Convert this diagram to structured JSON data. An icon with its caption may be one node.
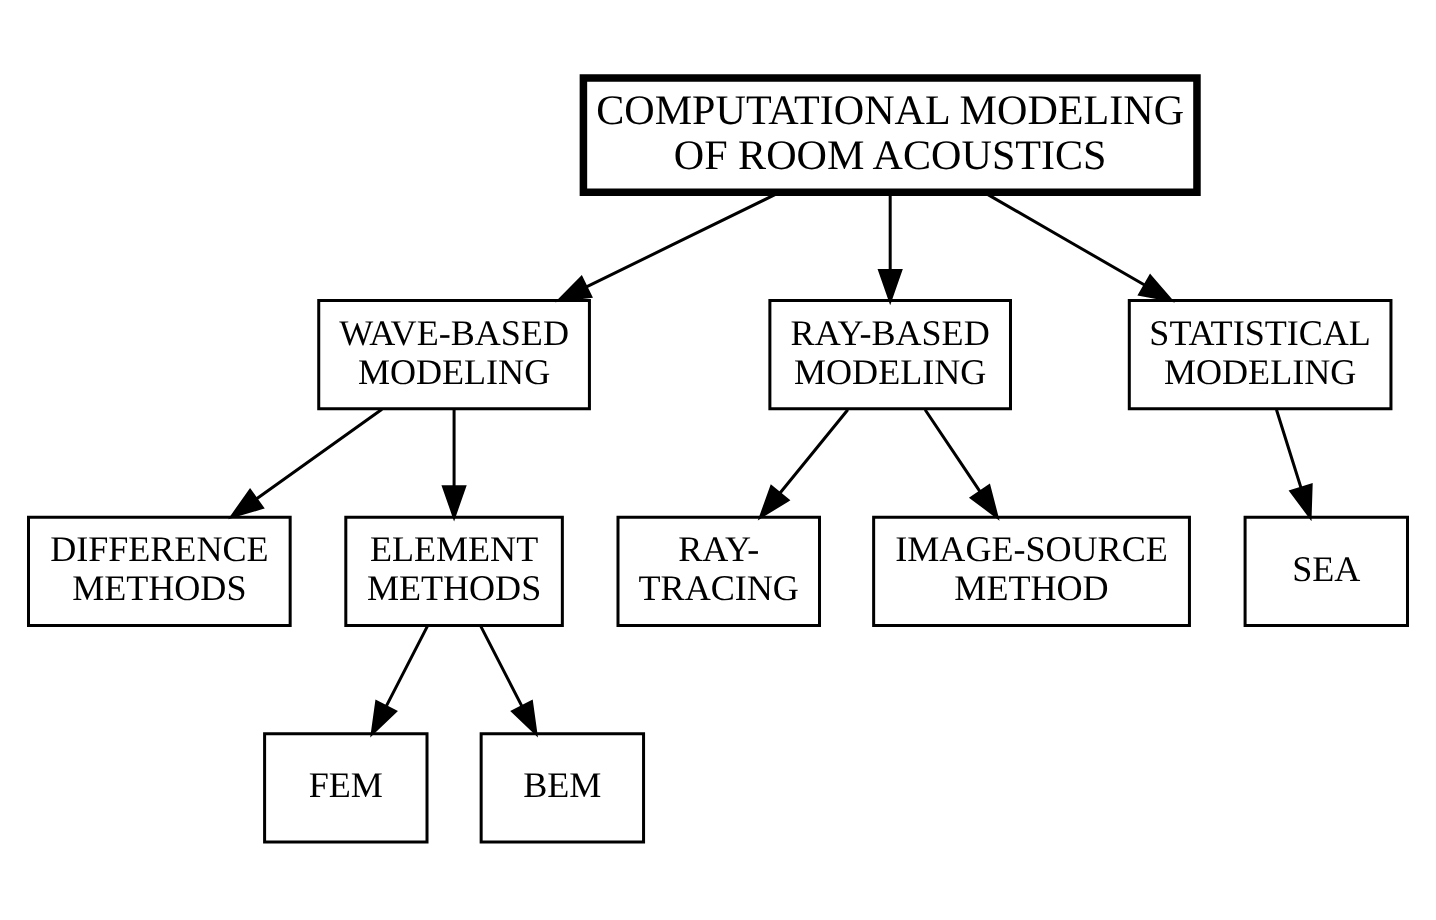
{
  "diagram": {
    "nodes": [
      {
        "text": [
          "COMPUTATIONAL MODELING OF ROOM ACOUSTICS"
        ]
      },
      {
        "text": [
          "WAVE-BASED MODELING"
        ]
      },
      {
        "text": [
          "RAY-BASED MODELING"
        ]
      },
      {
        "text": [
          "STATISTICAL MODELING"
        ]
      },
      {
        "text": [
          "DIFFERENCE METHODS"
        ]
      },
      {
        "text": [
          "ELEMENT METHODS"
        ]
      },
      {
        "text": [
          "RAY- TRACING"
        ]
      },
      {
        "text": [
          "IMAGE-SOURCE METHOD"
        ]
      },
      {
        "text": [
          "SEA"
        ]
      },
      {
        "text": [
          "FEM"
        ]
      },
      {
        "text": [
          "BEM"
        ]
      }
    ],
    "edges": [
      {
        "from": 0,
        "to": 1,
        "arrow": "to"
      },
      {
        "from": 0,
        "to": 2,
        "arrow": "to"
      },
      {
        "from": 0,
        "to": 3,
        "arrow": "to"
      },
      {
        "from": 1,
        "to": 4,
        "arrow": "to"
      },
      {
        "from": 1,
        "to": 5,
        "arrow": "to"
      },
      {
        "from": 2,
        "to": 6,
        "arrow": "to"
      },
      {
        "from": 2,
        "to": 7,
        "arrow": "to"
      },
      {
        "from": 3,
        "to": 8,
        "arrow": "to"
      },
      {
        "from": 5,
        "to": 9,
        "arrow": "to"
      },
      {
        "from": 5,
        "to": 10,
        "arrow": "to"
      }
    ]
  }
}
